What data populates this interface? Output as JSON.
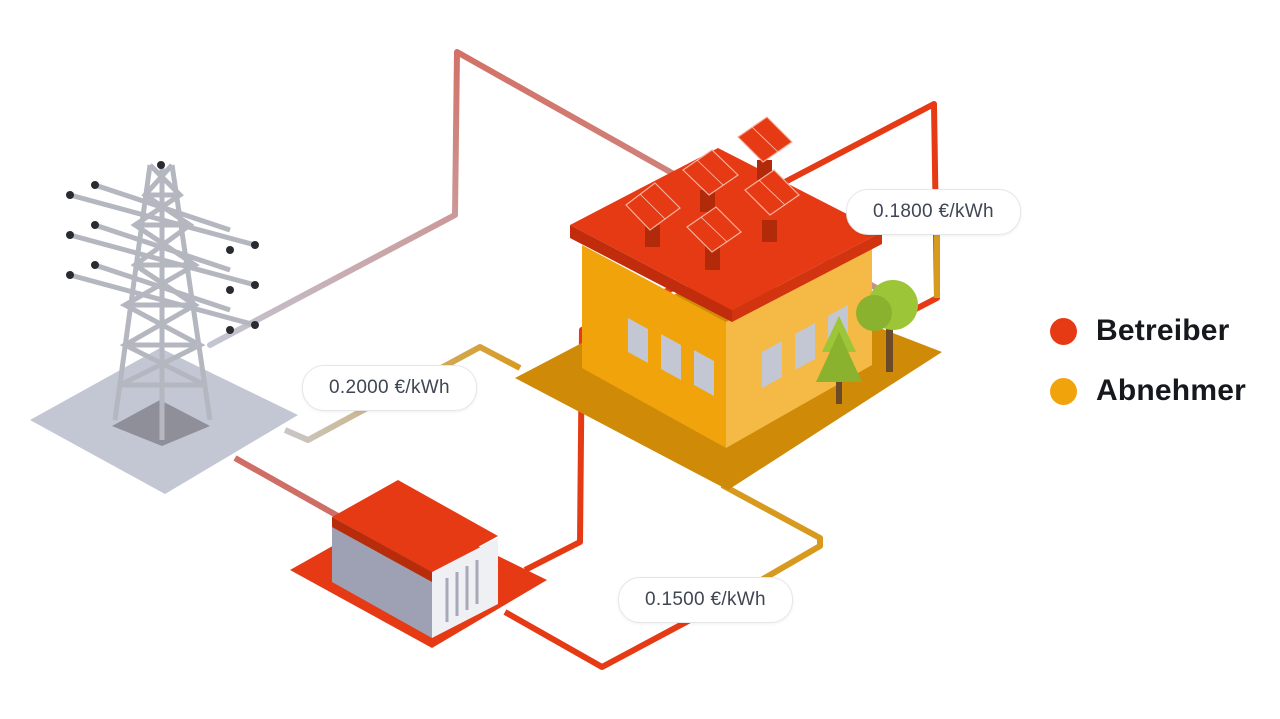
{
  "colors": {
    "betreiber": "#e63a14",
    "abnehmer": "#f0a30a",
    "abnehmer_dark": "#cf8a08",
    "grid_line": "#d57a70",
    "tower": "#b7bac3",
    "platform": "#c3c6d3"
  },
  "prices": {
    "grid_to_building": "0.2000 €/kWh",
    "solar_to_grid": "0.1800 €/kWh",
    "storage_to_building": "0.1500 €/kWh"
  },
  "legend": {
    "items": [
      {
        "label": "Betreiber",
        "color": "#e63a14"
      },
      {
        "label": "Abnehmer",
        "color": "#f0a30a"
      }
    ]
  },
  "icons": [
    "power-tower-icon",
    "building-icon",
    "solar-panel-icon",
    "tree-icon",
    "battery-storage-icon"
  ]
}
